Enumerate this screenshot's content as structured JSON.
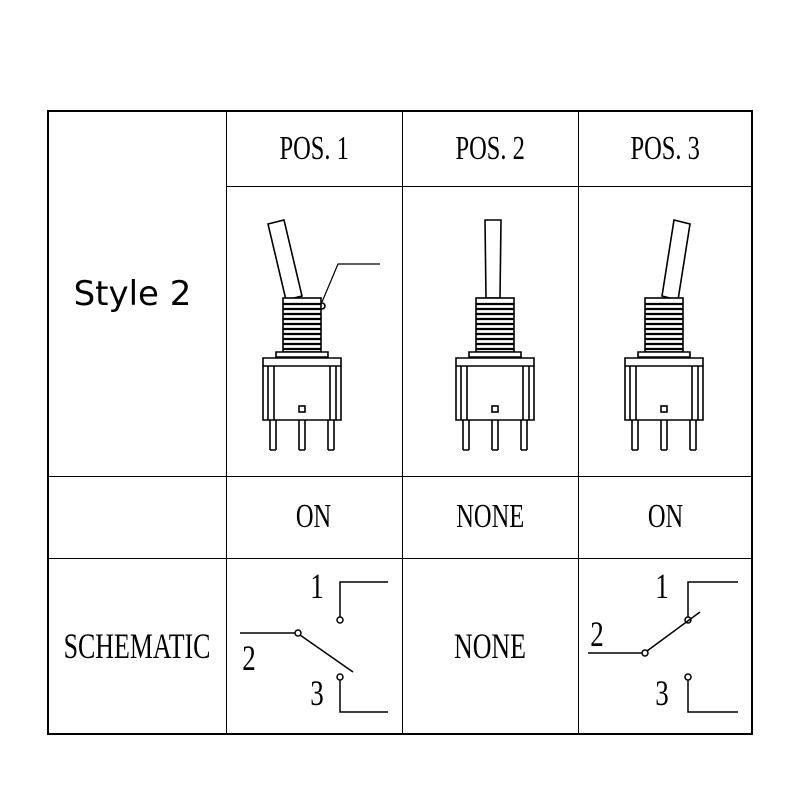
{
  "table": {
    "style_label": "Style 2",
    "headers": [
      "POS. 1",
      "POS. 2",
      "POS. 3"
    ],
    "states": [
      "ON",
      "NONE",
      "ON"
    ],
    "schematic_label": "SCHEMATIC",
    "schematic_none": "NONE",
    "terminals": {
      "top": "1",
      "middle": "2",
      "bottom": "3"
    }
  }
}
